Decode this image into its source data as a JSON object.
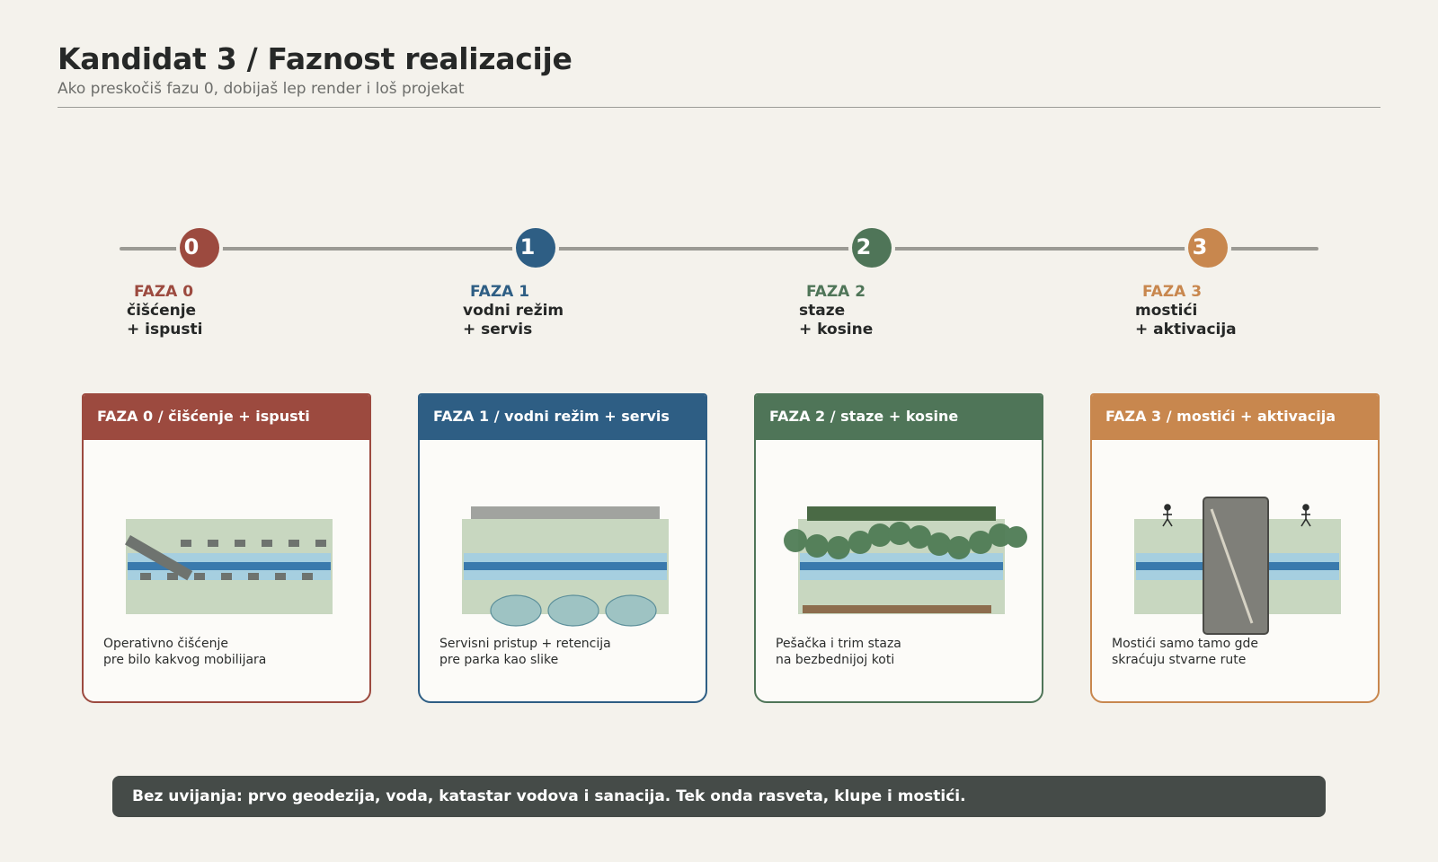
{
  "header": {
    "title": "Kandidat 3 / Faznost realizacije",
    "subtitle": "Ako preskočiš fazu 0, dobijaš lep render i loš projekat"
  },
  "colors": {
    "phase0": "#9c4a3f",
    "phase1": "#2e5e84",
    "phase2": "#4f7558",
    "phase3": "#c8874e",
    "background": "#f4f2ec",
    "footer": "#454b48"
  },
  "phases": [
    {
      "number": "0",
      "code": "FAZA 0",
      "line1": "čišćenje",
      "line2": "+ ispusti",
      "card_title": "FAZA 0 / čišćenje + ispusti",
      "caption1": "Operativno čišćenje",
      "caption2": "pre bilo kakvog mobilijara"
    },
    {
      "number": "1",
      "code": "FAZA 1",
      "line1": "vodni režim",
      "line2": "+ servis",
      "card_title": "FAZA 1 / vodni režim + servis",
      "caption1": "Servisni pristup + retencija",
      "caption2": "pre parka kao slike"
    },
    {
      "number": "2",
      "code": "FAZA 2",
      "line1": "staze",
      "line2": "+ kosine",
      "card_title": "FAZA 2 / staze + kosine",
      "caption1": "Pešačka i trim staza",
      "caption2": "na bezbednijoj koti"
    },
    {
      "number": "3",
      "code": "FAZA 3",
      "line1": "mostići",
      "line2": "+ aktivacija",
      "card_title": "FAZA 3 / mostići + aktivacija",
      "caption1": "Mostići samo tamo gde",
      "caption2": "skraćuju stvarne rute"
    }
  ],
  "footer": {
    "text": "Bez uvijanja: prvo geodezija, voda, katastar vodova i sanacija. Tek onda rasveta, klupe i mostići."
  }
}
